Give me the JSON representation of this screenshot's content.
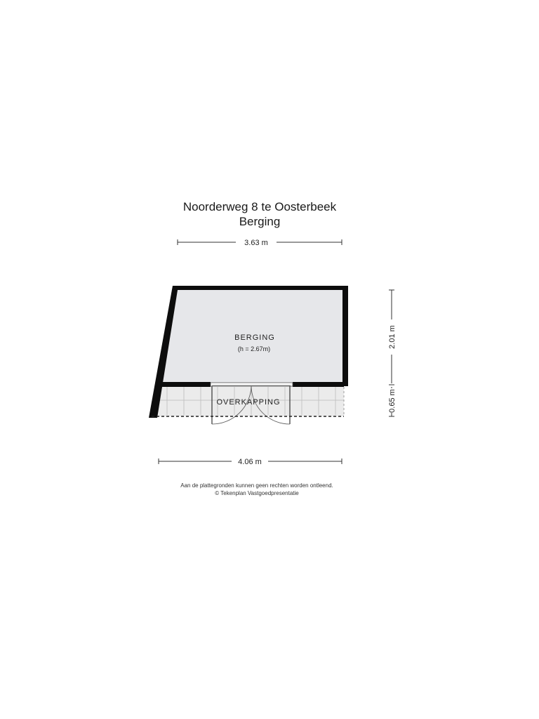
{
  "header": {
    "title": "Noorderweg 8 te Oosterbeek",
    "subtitle": "Berging"
  },
  "dimensions": {
    "top_width": "3.63 m",
    "bottom_width": "4.06 m",
    "right_upper_height": "2.01 m",
    "right_lower_height": "0.65 m"
  },
  "rooms": {
    "berging": {
      "label": "BERGING",
      "height_note": "(h = 2.67m)"
    },
    "overkapping": {
      "label": "OVERKAPPING"
    }
  },
  "footer": {
    "disclaimer": "Aan de plattegronden kunnen geen rechten worden ontleend.",
    "copyright": "© Tekenplan Vastgoedpresentatie"
  },
  "colors": {
    "wall": "#0d0d0d",
    "room_fill": "#e6e7ea",
    "overkapping_fill": "#ebebeb",
    "tile_line": "#c4c4c4"
  }
}
